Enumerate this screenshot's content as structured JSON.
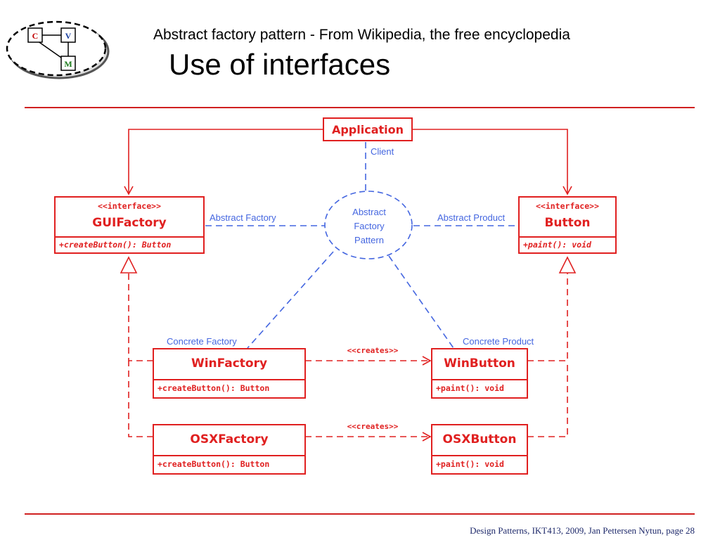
{
  "header": {
    "subtitle": "Abstract factory pattern - From Wikipedia, the free encyclopedia",
    "title": "Use of interfaces"
  },
  "logo": {
    "c": "C",
    "v": "V",
    "m": "M"
  },
  "diagram": {
    "application": "Application",
    "client_label": "Client",
    "pattern": [
      "Abstract",
      "Factory",
      "Pattern"
    ],
    "abstract_factory_label": "Abstract Factory",
    "abstract_product_label": "Abstract Product",
    "concrete_factory_label": "Concrete Factory",
    "concrete_product_label": "Concrete Product",
    "creates_label": "<<creates>>",
    "gui_factory": {
      "stereotype": "<<interface>>",
      "name": "GUIFactory",
      "operation": "+createButton(): Button"
    },
    "button": {
      "stereotype": "<<interface>>",
      "name": "Button",
      "operation": "+paint(): void"
    },
    "win_factory": {
      "name": "WinFactory",
      "operation": "+createButton(): Button"
    },
    "osx_factory": {
      "name": "OSXFactory",
      "operation": "+createButton(): Button"
    },
    "win_button": {
      "name": "WinButton",
      "operation": "+paint(): void"
    },
    "osx_button": {
      "name": "OSXButton",
      "operation": "+paint(): void"
    }
  },
  "footer": "Design Patterns, IKT413, 2009, Jan Pettersen Nytun,  page  28",
  "colors": {
    "uml_red": "#e02020",
    "annotation_blue": "#4466e0",
    "footer_navy": "#1f2a6b"
  }
}
